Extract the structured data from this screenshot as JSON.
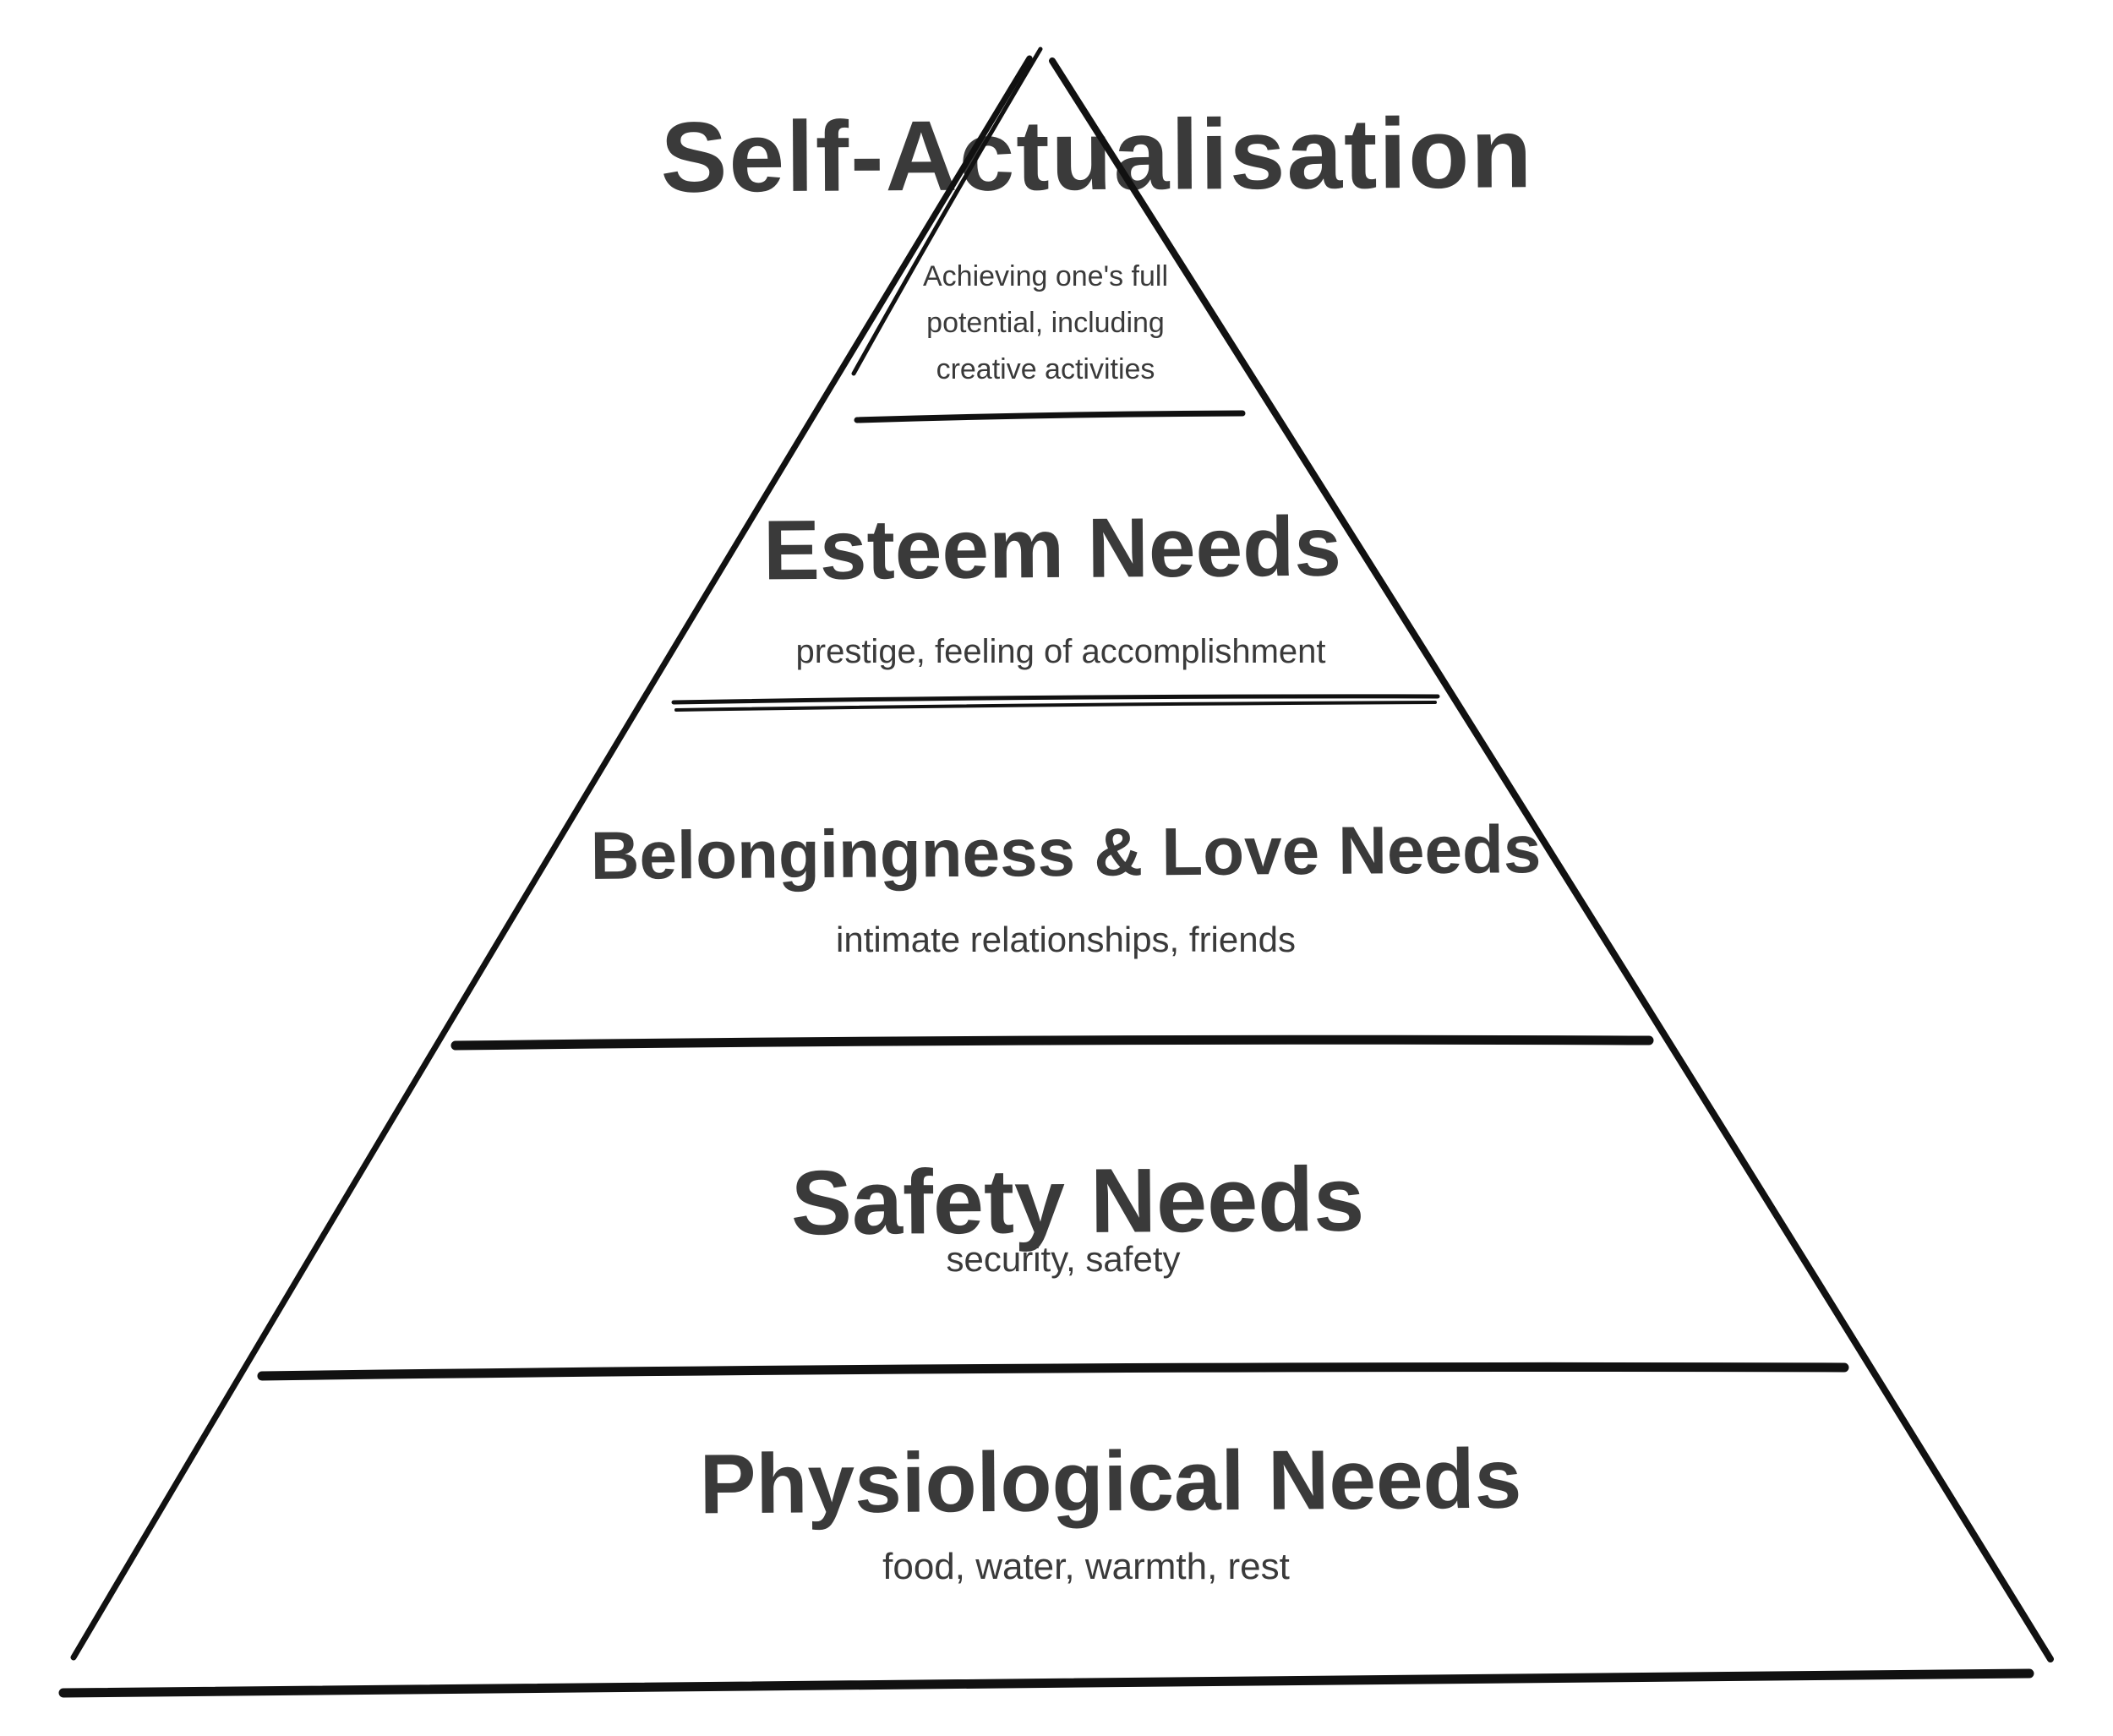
{
  "canvas": {
    "background_color": "#ffffff",
    "ink_color": "#111111",
    "text_color": "#3a3a3a"
  },
  "pyramid": {
    "title": "Self-Actualisation",
    "apex_description_lines": [
      "Achieving one's full",
      "potential, including",
      "creative activities"
    ],
    "levels": [
      {
        "name": "Esteem Needs",
        "description": "prestige, feeling of accomplishment"
      },
      {
        "name": "Belongingness & Love Needs",
        "description": "intimate relationships, friends"
      },
      {
        "name": "Safety Needs",
        "description": "security, safety"
      },
      {
        "name": "Physiological Needs",
        "description": "food, water, warmth, rest"
      }
    ]
  }
}
